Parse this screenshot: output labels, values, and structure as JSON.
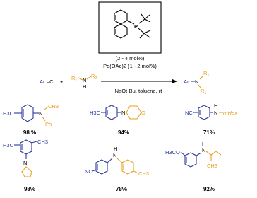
{
  "reaction": {
    "reactant_aryl": "Ar",
    "reactant_halide": "–Cl",
    "plus": "+",
    "amine_r1": "R",
    "amine_r1_sub": "1",
    "amine_n": "N",
    "amine_h": "H",
    "amine_r2": "R",
    "amine_r2_sub": "2",
    "ligand_p": "P",
    "ligand_loading": "(2 - 4 mol%)",
    "catalyst": "Pd(OAc)2 (1 - 2 mol%)",
    "conditions": "NaOt-Bu, toluene, rt",
    "product_ar": "Ar",
    "product_n": "N",
    "product_r1": "R",
    "product_r1_sub": "1",
    "product_r2": "R",
    "product_r2_sub": "2"
  },
  "products": [
    {
      "labels": {
        "me": "H3C",
        "n": "N",
        "ch3": "CH3",
        "ph": "Ph"
      },
      "yield": "98 %"
    },
    {
      "labels": {
        "me": "H3C",
        "n": "N",
        "o": "O"
      },
      "yield": "94%"
    },
    {
      "labels": {
        "cn": "NC",
        "n": "N",
        "h": "H",
        "hex": "n-Hex"
      },
      "yield": "71%"
    },
    {
      "labels": {
        "me1": "H3C",
        "me2": "CH3",
        "n": "N"
      },
      "yield": "98%"
    },
    {
      "labels": {
        "cn": "NC",
        "n": "N",
        "h": "H",
        "me": "CH3"
      },
      "yield": "78%"
    },
    {
      "labels": {
        "meo": "H3CO",
        "n": "N",
        "h": "H",
        "ch3": "CH3"
      },
      "yield": "92%"
    }
  ],
  "colors": {
    "aryl": "#2b3a9a",
    "amine": "#e8a020",
    "ink": "#000000"
  }
}
